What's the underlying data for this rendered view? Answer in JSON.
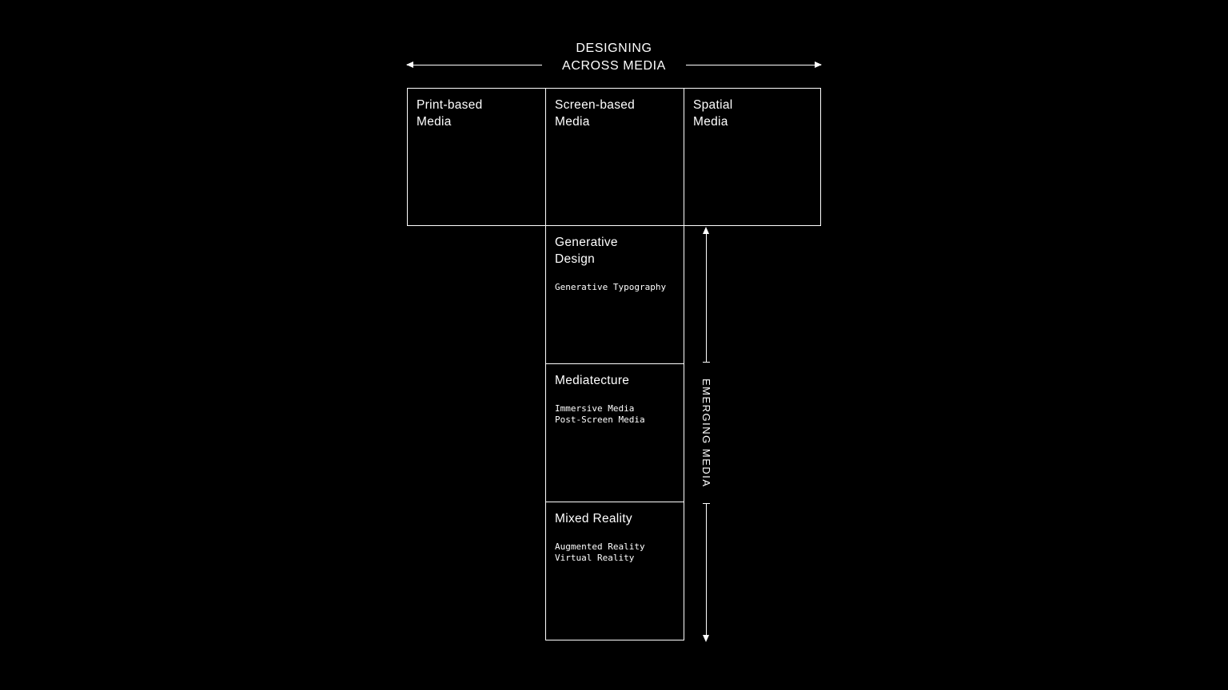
{
  "colors": {
    "background": "#000000",
    "foreground": "#ffffff"
  },
  "title": {
    "line1": "DESIGNING",
    "line2": "ACROSS MEDIA"
  },
  "top_row": [
    {
      "label": "Print-based\nMedia"
    },
    {
      "label": "Screen-based\nMedia"
    },
    {
      "label": "Spatial\nMedia"
    }
  ],
  "emerging_stack": [
    {
      "label": "Generative\nDesign",
      "sub": "Generative Typography"
    },
    {
      "label": "Mediatecture",
      "sub": "Immersive Media\nPost-Screen Media"
    },
    {
      "label": "Mixed Reality",
      "sub": "Augmented Reality\nVirtual Reality"
    }
  ],
  "axis": {
    "vertical_label": "EMERGING MEDIA"
  }
}
